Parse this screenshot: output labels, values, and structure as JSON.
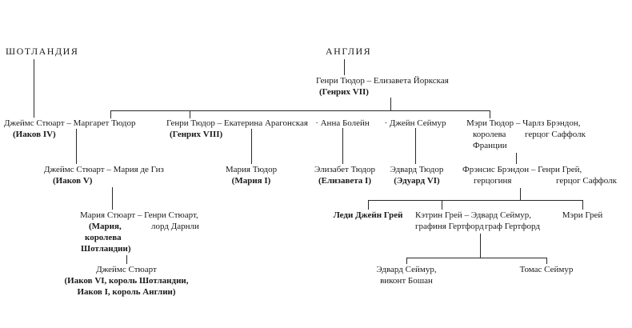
{
  "regions": {
    "scotland": "ШОТЛАНДИЯ",
    "england": "АНГЛИЯ"
  },
  "tree": {
    "henry7": {
      "couple": "Генри Тюдор – Елизавета Йоркская",
      "title": "(Генрих VII)"
    },
    "james4": {
      "couple": "Джеймс Стюарт – Маргарет Тюдор",
      "title": "(Иаков IV)"
    },
    "henry8": {
      "couple": "Генри Тюдор – Екатерина Арагонская",
      "title": "(Генрих VIII)"
    },
    "anne_boleyn": {
      "name": "· Анна Болейн"
    },
    "jane_seymour": {
      "name": "· Джейн Сеймур"
    },
    "mary_brandon": {
      "couple": "Мэри Тюдор – Чарлз Брэндон,",
      "her_title_1": "королева",
      "her_title_2": "Франции",
      "his_title": "герцог Саффолк"
    },
    "james5": {
      "couple": "Джеймс Стюарт – Мария де Гиз",
      "title": "(Иаков V)"
    },
    "mary1": {
      "name": "Мария Тюдор",
      "title": "(Мария I)"
    },
    "elizabeth1": {
      "name": "Элизабет Тюдор",
      "title": "(Елизавета I)"
    },
    "edward6": {
      "name": "Эдвард Тюдор",
      "title": "(Эдуард VI)"
    },
    "frances": {
      "couple": "Фрэнсис Брэндон – Генри Грей,",
      "her_title": "герцогиня",
      "his_title": "герцог Саффолк"
    },
    "mary_stuart": {
      "couple": "Мария Стюарт – Генри Стюарт,",
      "her_title_1": "(Мария,",
      "her_title_2": "королева",
      "her_title_3": "Шотландии)",
      "his_title": "лорд Дарнли"
    },
    "james6": {
      "name": "Джеймс Стюарт",
      "title_1": "(Иаков VI, король Шотландии,",
      "title_2": "Иаков I, король Англии)"
    },
    "jane_grey": {
      "name": "Леди Джейн Грей"
    },
    "catherine_grey": {
      "couple": "Кэтрин Грей – Эдвард Сеймур,",
      "her_title": "графиня Гертфорд",
      "his_title": "граф Гертфорд"
    },
    "mary_grey": {
      "name": "Мэри Грей"
    },
    "edward_beauchamp": {
      "name_1": "Эдвард Сеймур,",
      "name_2": "виконт Бошан"
    },
    "thomas_seymour": {
      "name": "Томас Сеймур"
    }
  }
}
